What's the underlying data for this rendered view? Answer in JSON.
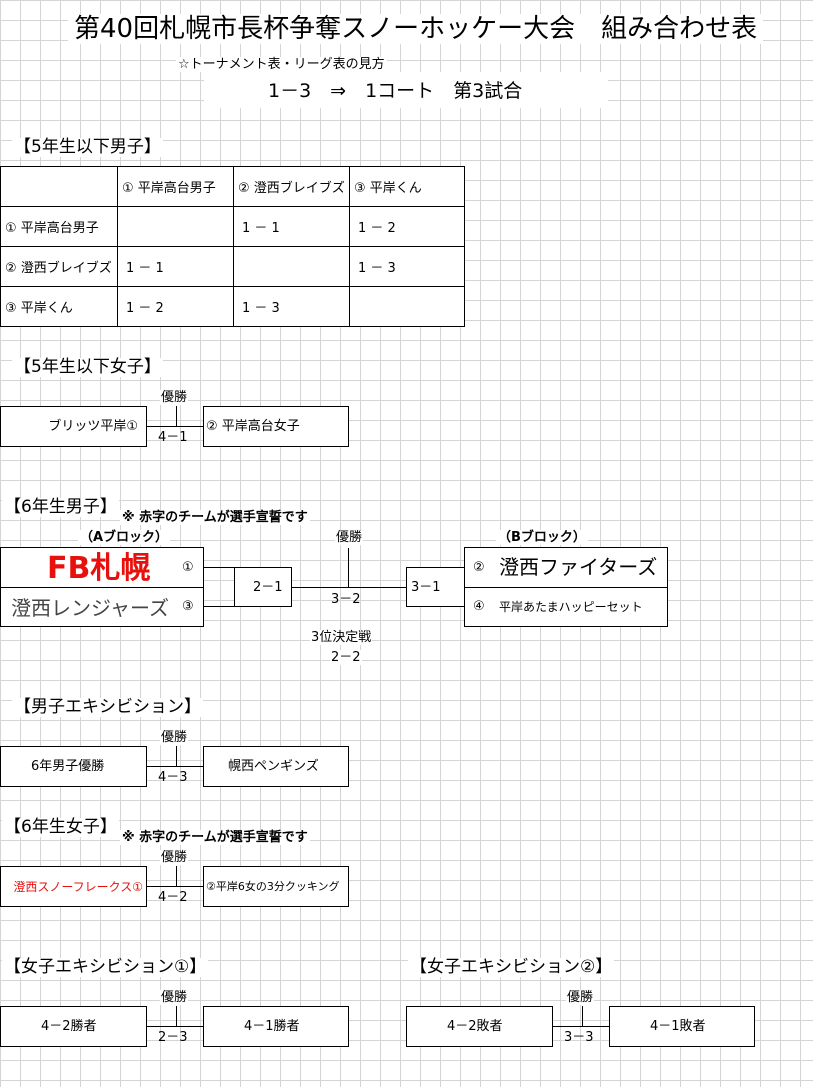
{
  "title": "第40回札幌市長杯争奪スノーホッケー大会　組み合わせ表",
  "legend": {
    "caption": "☆トーナメント表・リーグ表の見方",
    "example": "1－3　⇒　1コート　第3試合"
  },
  "boys5": {
    "header": "【5年生以下男子】",
    "columns": [
      "① 平岸高台男子",
      "② 澄西ブレイブズ",
      "③ 平岸くん"
    ],
    "rows": [
      {
        "team": "① 平岸高台男子",
        "cells": [
          "",
          "1 － 1",
          "1 － 2"
        ]
      },
      {
        "team": "② 澄西ブレイブズ",
        "cells": [
          "1 － 1",
          "",
          "1 － 3"
        ]
      },
      {
        "team": "③ 平岸くん",
        "cells": [
          "1 － 2",
          "1 － 3",
          ""
        ]
      }
    ]
  },
  "girls5": {
    "header": "【5年生以下女子】",
    "winner": "優勝",
    "left": "ブリッツ平岸①",
    "right": "② 平岸高台女子",
    "match": "4－1"
  },
  "boys6": {
    "header": "【6年生男子】",
    "note": "※ 赤字のチームが選手宣誓です",
    "blockA": "（Aブロック）",
    "blockB": "（Bブロック）",
    "teamA1": "FB札幌",
    "teamA1_num": "①",
    "teamA2": "澄西レンジャーズ",
    "teamA2_num": "③",
    "teamB1_num": "②",
    "teamB1": "澄西ファイターズ",
    "teamB2_num": "④",
    "teamB2": "平岸あたまハッピーセット",
    "semiA": "2－1",
    "semiB": "3－1",
    "winner": "優勝",
    "final": "3－2",
    "third_label": "3位決定戦",
    "third_match": "2－2"
  },
  "boysExh": {
    "header": "【男子エキシビション】",
    "winner": "優勝",
    "left": "6年男子優勝",
    "right": "幌西ペンギンズ",
    "match": "4－3"
  },
  "girls6": {
    "header": "【6年生女子】",
    "note": "※ 赤字のチームが選手宣誓です",
    "winner": "優勝",
    "left": "澄西スノーフレークス①",
    "right": "②平岸6女の3分クッキング",
    "match": "4－2"
  },
  "girlsExh1": {
    "header": "【女子エキシビション①】",
    "winner": "優勝",
    "left": "4－2勝者",
    "right": "4－1勝者",
    "match": "2－3"
  },
  "girlsExh2": {
    "header": "【女子エキシビション②】",
    "winner": "優勝",
    "left": "4－2敗者",
    "right": "4－1敗者",
    "match": "3－3"
  },
  "colors": {
    "red_team": "#e8100c",
    "grid": "#d4d4d4"
  }
}
